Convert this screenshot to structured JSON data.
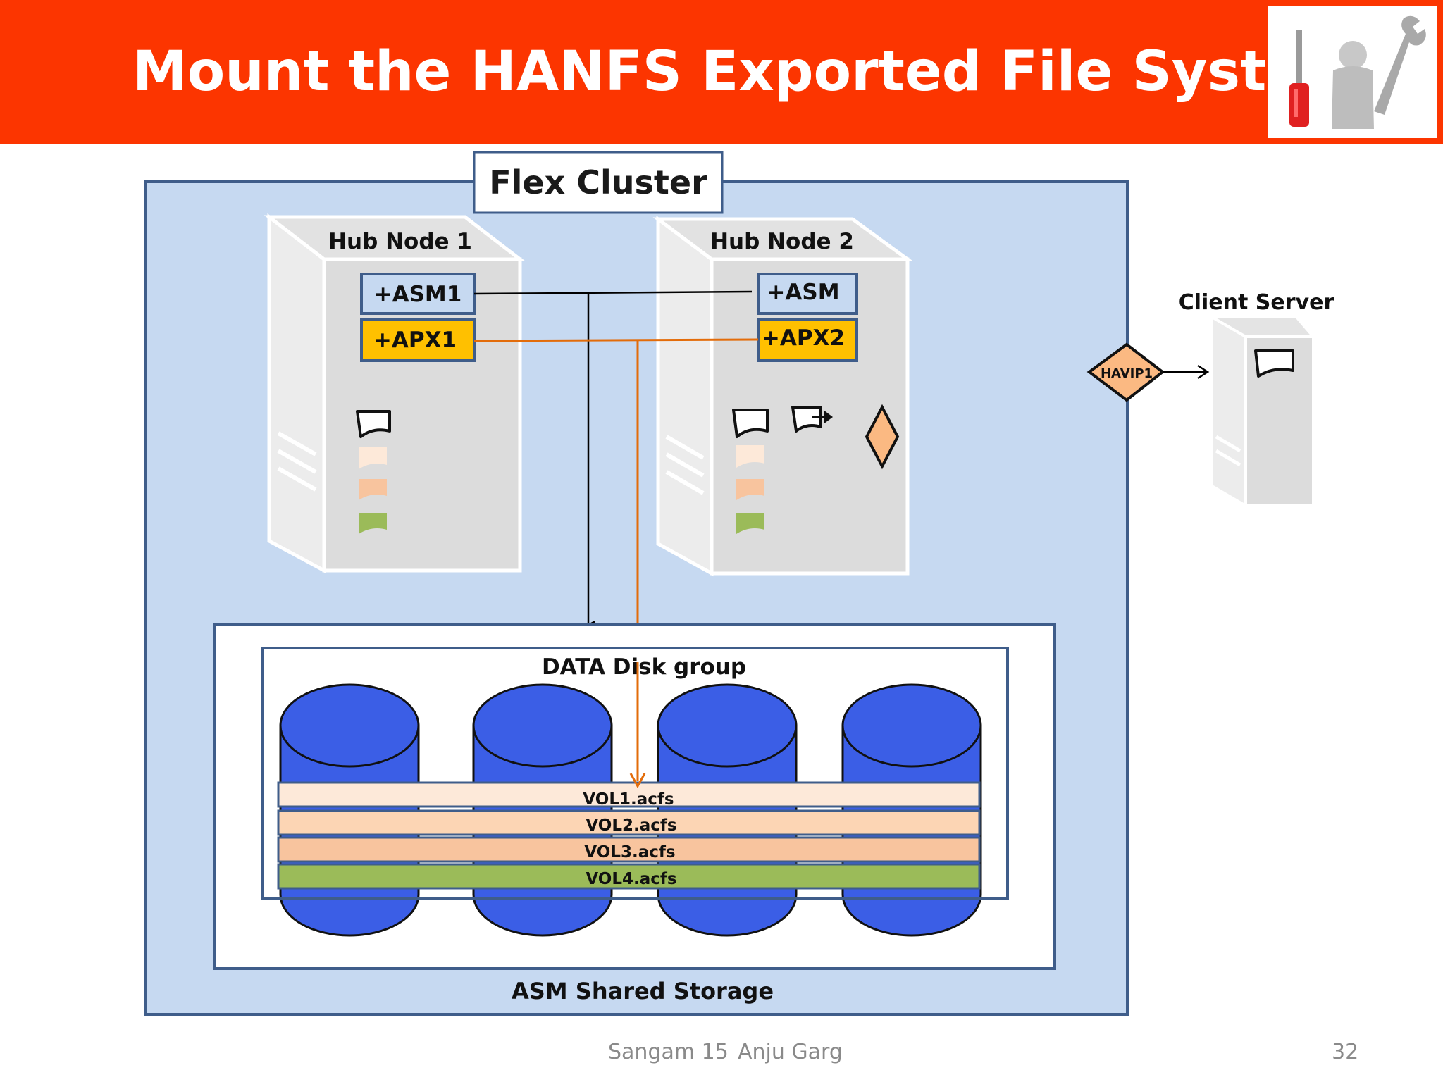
{
  "slide": {
    "title": "Mount the HANFS Exported File System",
    "logo_icon": "tools-person-icon"
  },
  "diagram": {
    "cluster_label": "Flex Cluster",
    "hub_node_1": {
      "label": "Hub Node 1",
      "asm": "+ASM1",
      "apx": "+APX1"
    },
    "hub_node_2": {
      "label": "Hub Node 2",
      "asm": "+ASM",
      "apx": "+APX2"
    },
    "client": {
      "label": "Client Server",
      "havip": "HAVIP1"
    },
    "storage": {
      "label": "ASM Shared Storage",
      "diskgroup_label": "DATA Disk group",
      "volumes": [
        "VOL1.acfs",
        "VOL2.acfs",
        "VOL3.acfs",
        "VOL4.acfs"
      ]
    }
  },
  "colors": {
    "title_bar": "#fc3500",
    "cluster_bg": "#c6d9f1",
    "border": "#3f5d8a",
    "asm_fill": "#c6d9f1",
    "apx_fill": "#ffc000",
    "disk_blue": "#3b5ee6",
    "vol1": "#fde9d9",
    "vol2": "#fcd5b4",
    "vol3": "#f8c49e",
    "vol4": "#9bbb59",
    "orange_line": "#e36c0a"
  },
  "footer": {
    "event": "Sangam 15",
    "author": "Anju Garg",
    "page_number": "32"
  }
}
